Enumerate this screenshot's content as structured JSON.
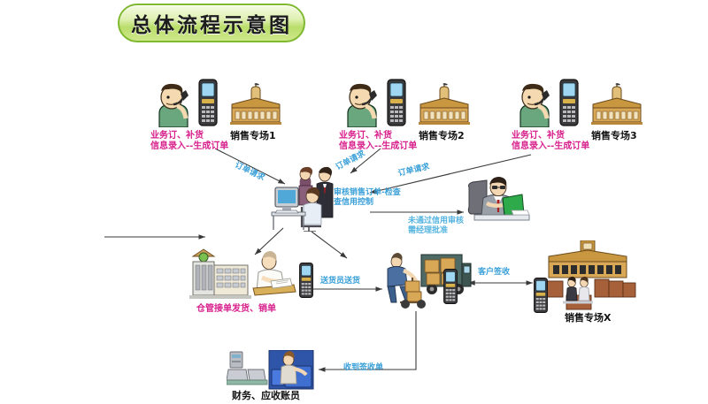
{
  "header": {
    "title": "总体流程示意图",
    "badge_border": "#7fb92e",
    "badge_fill": "#b9dd6a"
  },
  "colors": {
    "label_red": "#d81f8c",
    "label_blue": "#3aa0d8",
    "label_black": "#111111",
    "arrow": "#3a3a3a"
  },
  "nodes": {
    "sales_venue_1": {
      "role_label": "业务订、补货",
      "role_label2": "信息录入--生成订单",
      "venue_label": "销售专场1",
      "icons": [
        "person-phone-icon",
        "pda-icon",
        "building-icon"
      ]
    },
    "sales_venue_2": {
      "role_label": "业务订、补货",
      "role_label2": "信息录入--生成订单",
      "venue_label": "销售专场2",
      "icons": [
        "person-phone-icon",
        "pda-icon",
        "building-icon"
      ]
    },
    "sales_venue_3": {
      "role_label": "业务订、补货",
      "role_label2": "信息录入--生成订单",
      "venue_label": "销售专场3",
      "icons": [
        "person-phone-icon",
        "pda-icon",
        "building-icon"
      ]
    },
    "order_review": {
      "label": "审核销售订单-检查",
      "label2": "查信用控制",
      "icon": "computer-team-icon"
    },
    "manager": {
      "icon": "manager-reading-icon"
    },
    "warehouse": {
      "label": "仓管接单发货、销单",
      "icons": [
        "warehouse-building-icon",
        "clerk-writing-icon"
      ]
    },
    "delivery": {
      "icons": [
        "pda-icon",
        "worker-cart-icon",
        "truck-icon",
        "pda-icon"
      ]
    },
    "sales_venue_x": {
      "venue_label": "销售专场X",
      "icons": [
        "building-icon",
        "boxes-icon",
        "people-icon",
        "pda-icon"
      ]
    },
    "finance": {
      "label": "财务、应收账员",
      "icons": [
        "desktop-computer-icon",
        "accountant-icon"
      ]
    }
  },
  "edges": [
    {
      "name": "venue1-to-review",
      "label": "订单请求"
    },
    {
      "name": "venue2-to-review",
      "label": "订单请求"
    },
    {
      "name": "venue3-to-review",
      "label": "订单请求"
    },
    {
      "name": "review-to-manager",
      "label": "未通过信用审核",
      "label2": "需经理批准"
    },
    {
      "name": "warehouse-to-delivery",
      "label": "送货员送货"
    },
    {
      "name": "delivery-to-venuex",
      "label": "客户签收"
    },
    {
      "name": "delivery-to-finance",
      "label": "收到签收单"
    },
    {
      "name": "external-inbound",
      "label": ""
    },
    {
      "name": "review-to-warehouse",
      "label": ""
    }
  ]
}
